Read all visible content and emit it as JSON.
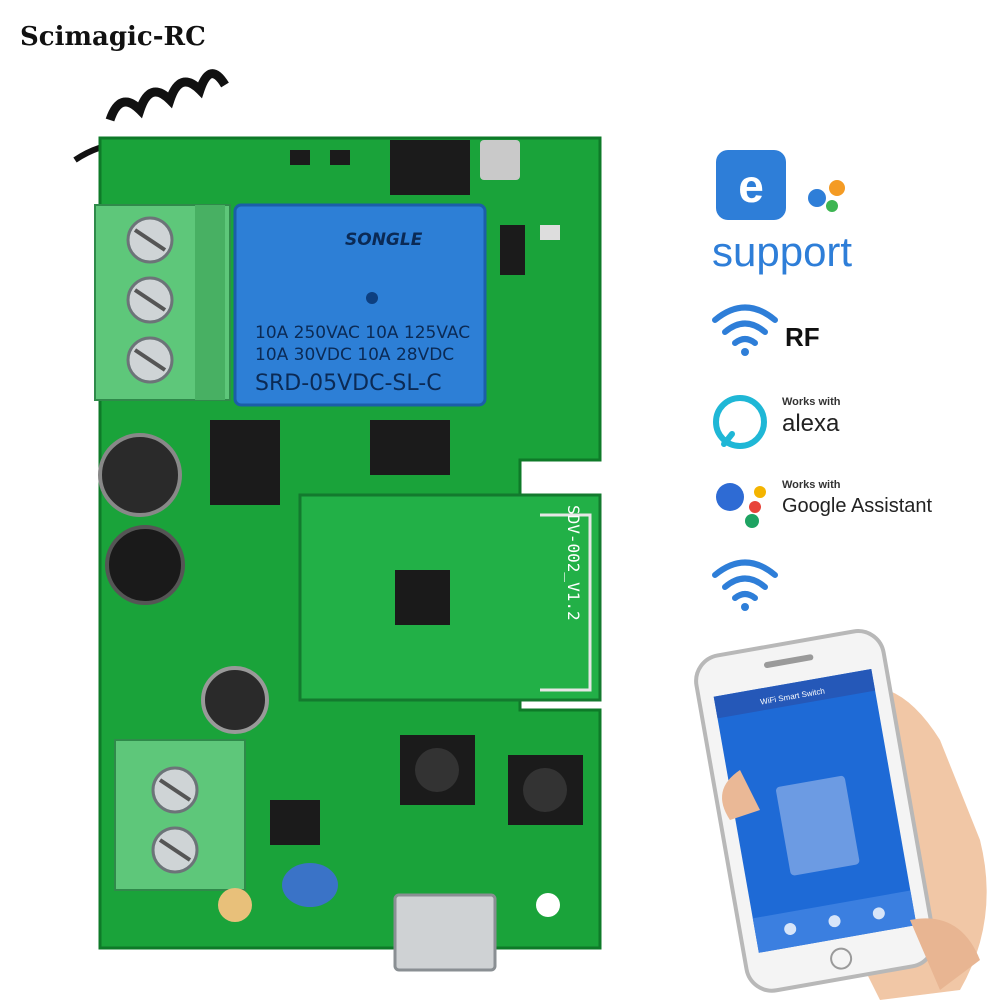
{
  "brand": {
    "name": "Scimagic-RC"
  },
  "relay": {
    "brand": "SONGLE",
    "line1": "10A 250VAC  10A 125VAC",
    "line2": "10A 30VDC  10A 28VDC",
    "model": "SRD-05VDC-SL-C"
  },
  "module": {
    "label": "SDV-002_V1.2"
  },
  "badges": {
    "ewelink": {
      "letter": "e",
      "word": "support"
    },
    "rf": {
      "label": "RF"
    },
    "alexa": {
      "small": "Works with",
      "label": "alexa"
    },
    "google": {
      "small": "Works with",
      "label": "Google Assistant"
    }
  },
  "phone": {
    "app_title": "WiFi Smart Switch"
  },
  "colors": {
    "pcb": "#1aa33a",
    "relay": "#2d7fd6",
    "terminal": "#5ec77a",
    "ewelink_blue": "#2e7ed8",
    "alexa_cyan": "#1fb7d6",
    "phone_screen": "#1e6ad6"
  }
}
